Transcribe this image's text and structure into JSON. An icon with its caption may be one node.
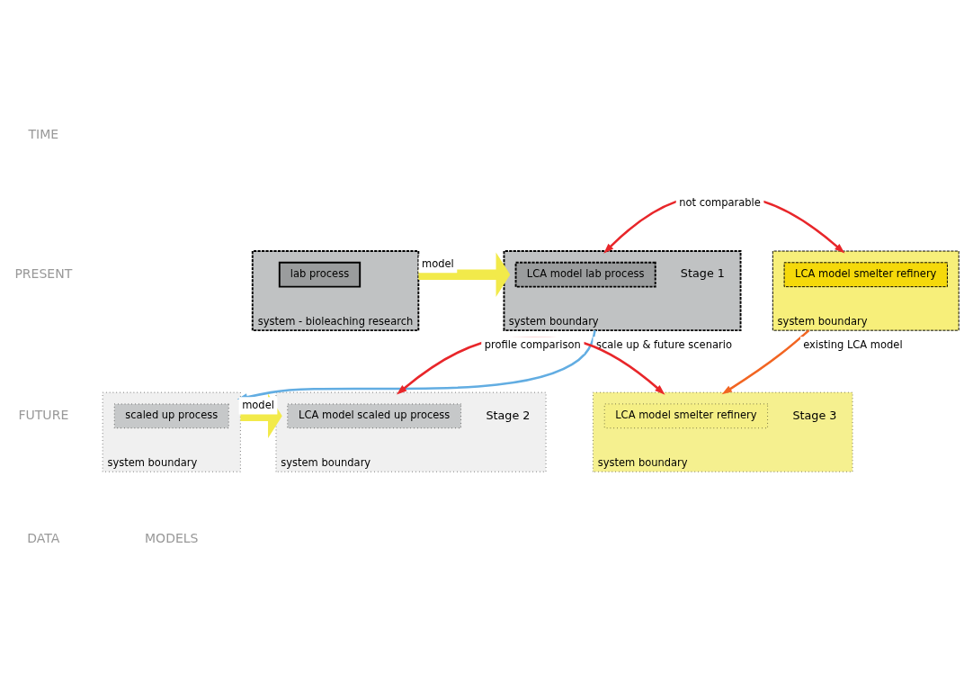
{
  "diagram": {
    "nodes": [
      {
        "text": [
          "system - bioleaching research"
        ]
      },
      {
        "text": [
          "lab process"
        ],
        "in": 0
      },
      {
        "text": [
          "system boundary"
        ],
        "beside": [
          "Stage 1"
        ]
      },
      {
        "text": [
          "LCA model lab process"
        ],
        "in": 2
      },
      {
        "text": [
          "system boundary"
        ]
      },
      {
        "text": [
          "LCA model smelter refinery"
        ],
        "in": 4
      },
      {
        "text": [
          "system boundary"
        ]
      },
      {
        "text": [
          "scaled up process"
        ],
        "in": 6
      },
      {
        "text": [
          "system boundary"
        ],
        "beside": [
          "Stage 2"
        ]
      },
      {
        "text": [
          "LCA model scaled up process"
        ],
        "in": 8
      },
      {
        "text": [
          "system boundary"
        ],
        "beside": [
          "Stage 3"
        ]
      },
      {
        "text": [
          "LCA model smelter refinery"
        ],
        "in": 10
      }
    ],
    "edges": [
      {
        "from": 0,
        "to": 2,
        "arrow": "to",
        "label": "model",
        "style": "thick",
        "color": "#f2ea4a"
      },
      {
        "from": 2,
        "to": 4,
        "arrow": "both",
        "label": "not comparable",
        "color": "#e8262a"
      },
      {
        "from": 2,
        "to": 6,
        "arrow": "to",
        "label": "scale up & future scenario",
        "color": "#62ade2"
      },
      {
        "from": 4,
        "to": 10,
        "arrow": "to",
        "label": "existing LCA model",
        "color": "#f26522"
      },
      {
        "from": 6,
        "to": 8,
        "arrow": "to",
        "label": "model",
        "style": "thick",
        "color": "#f2ea4a"
      },
      {
        "from": 8,
        "to": 10,
        "arrow": "both",
        "label": "profile comparison",
        "color": "#e8262a"
      }
    ],
    "labels": [
      "TIME",
      "PRESENT",
      "FUTURE",
      "DATA",
      "MODELS"
    ]
  }
}
